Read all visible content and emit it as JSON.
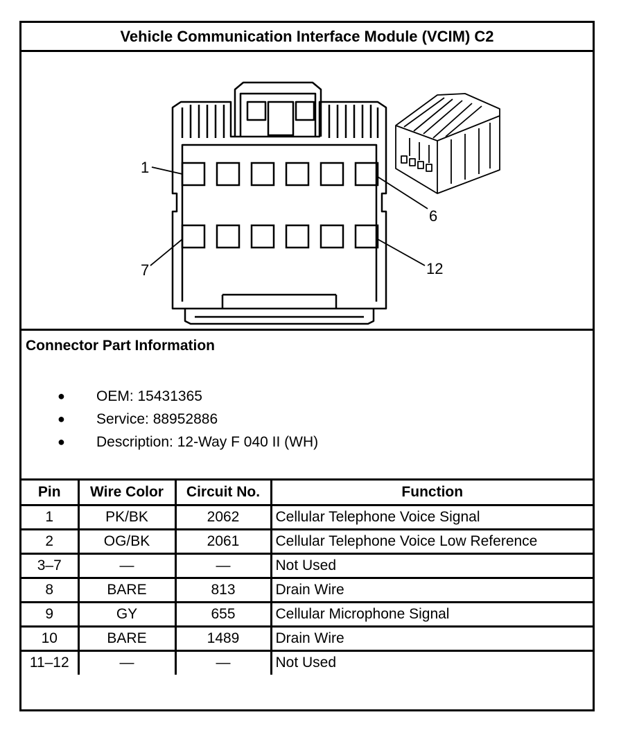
{
  "title": "Vehicle Communication Interface Module (VCIM) C2",
  "diagram": {
    "pin_labels": {
      "pin1": "1",
      "pin6": "6",
      "pin7": "7",
      "pin12": "12"
    }
  },
  "connector_info": {
    "heading": "Connector Part Information",
    "items": [
      "OEM: 15431365",
      "Service: 88952886",
      "Description: 12-Way F 040 II (WH)"
    ]
  },
  "table": {
    "headers": [
      "Pin",
      "Wire Color",
      "Circuit No.",
      "Function"
    ],
    "rows": [
      [
        "1",
        "PK/BK",
        "2062",
        "Cellular Telephone Voice Signal"
      ],
      [
        "2",
        "OG/BK",
        "2061",
        "Cellular Telephone Voice Low Reference"
      ],
      [
        "3–7",
        "—",
        "—",
        "Not Used"
      ],
      [
        "8",
        "BARE",
        "813",
        "Drain Wire"
      ],
      [
        "9",
        "GY",
        "655",
        "Cellular Microphone Signal"
      ],
      [
        "10",
        "BARE",
        "1489",
        "Drain Wire"
      ],
      [
        "11–12",
        "—",
        "—",
        "Not Used"
      ]
    ]
  }
}
